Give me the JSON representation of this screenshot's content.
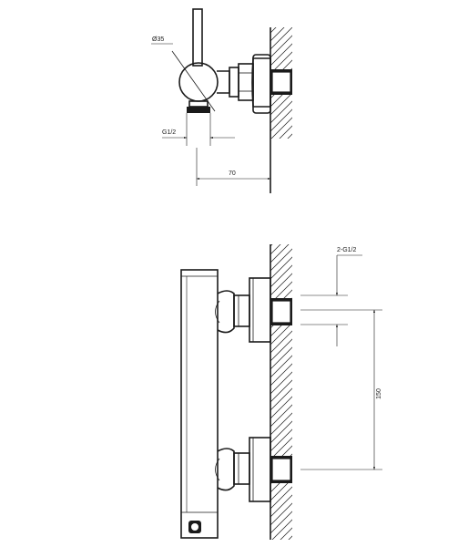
{
  "dimensions": {
    "top_diameter": "Ø35",
    "top_thread": "G1/2",
    "top_depth": "70",
    "bottom_thread": "2-G1/2",
    "bottom_spacing": "150"
  }
}
